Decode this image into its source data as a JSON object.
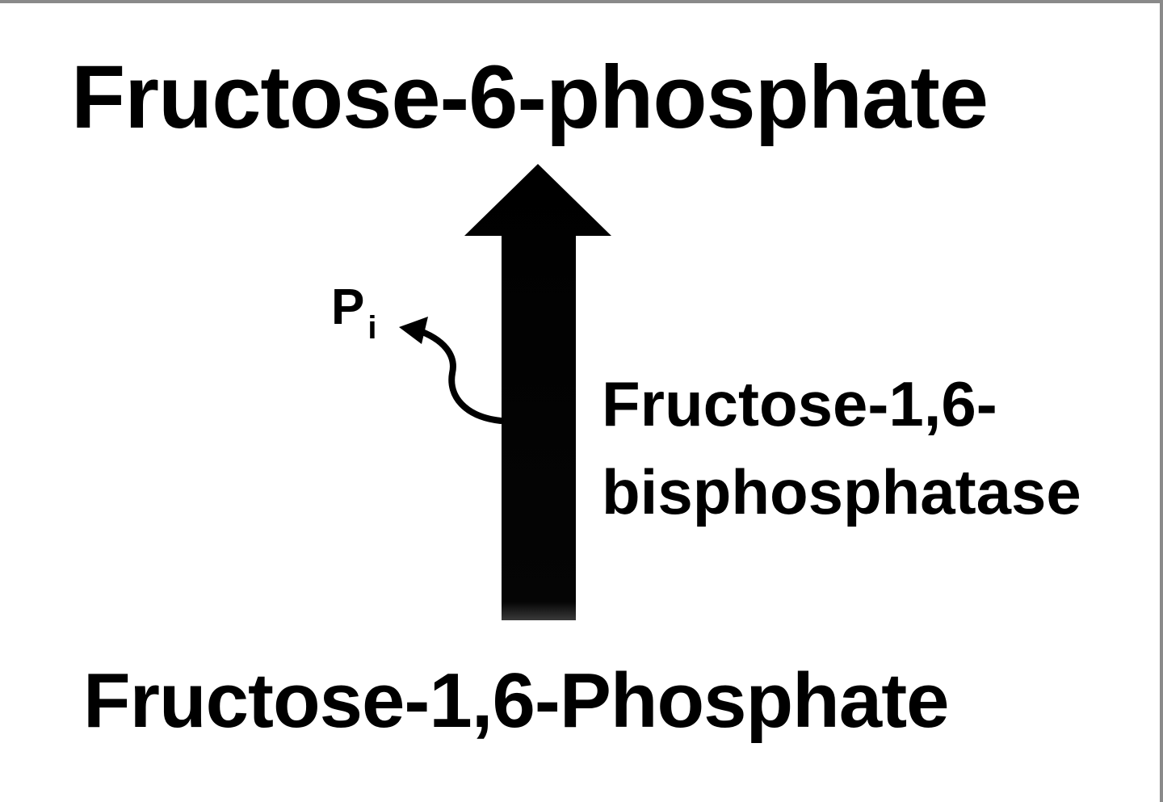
{
  "diagram": {
    "product_label": "Fructose-6-phosphate",
    "substrate_label": "Fructose-1,6-Phosphate",
    "enzyme_label": "Fructose-1,6-\nbisphosphatase",
    "byproduct": {
      "main": "P",
      "subscript": "i"
    },
    "arrow": {
      "direction": "up",
      "color": "#000000"
    }
  }
}
